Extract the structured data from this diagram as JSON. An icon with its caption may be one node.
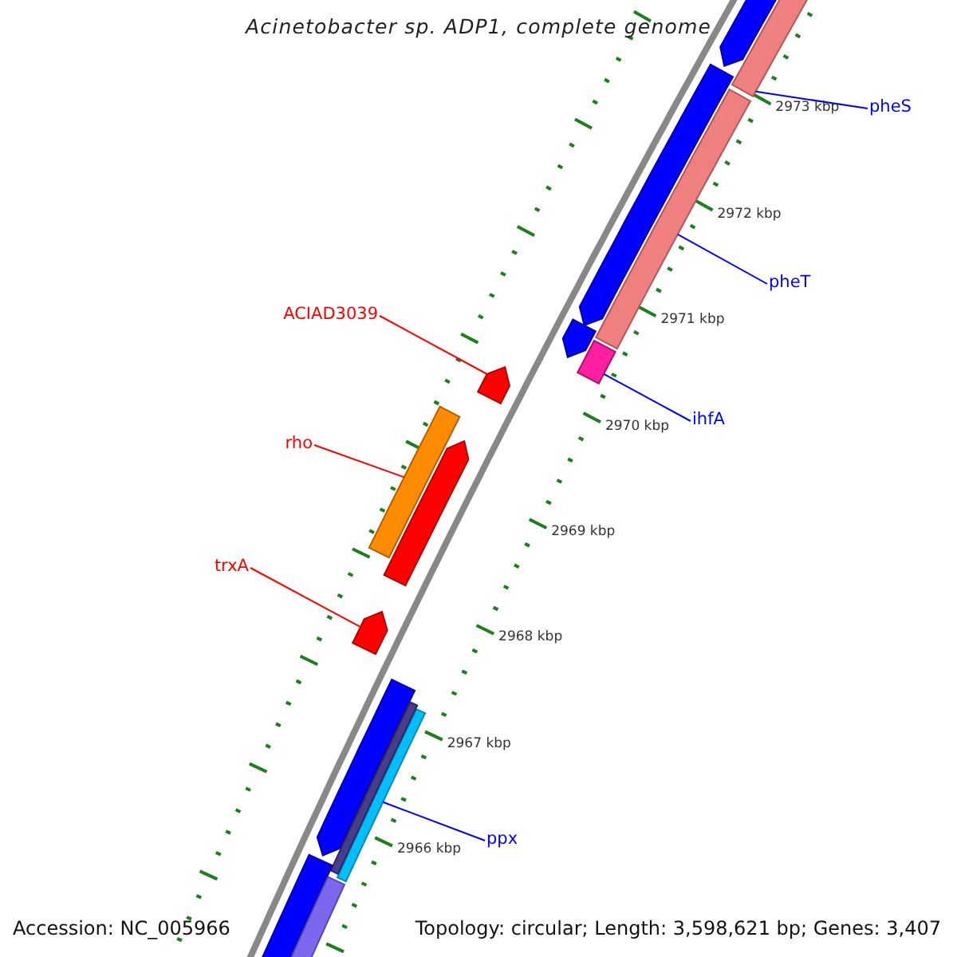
{
  "diagram": {
    "title": "Acinetobacter sp. ADP1, complete genome",
    "nodes": [
      {
        "text": [
          "pheS"
        ]
      },
      {
        "text": [
          "pheT"
        ]
      },
      {
        "text": [
          "ACIAD3039"
        ]
      },
      {
        "text": [
          "ihfA"
        ]
      },
      {
        "text": [
          "rho"
        ]
      },
      {
        "text": [
          "trxA"
        ]
      },
      {
        "text": [
          "ppx"
        ]
      },
      {
        "text": [],
        "shape": "bar"
      },
      {
        "text": [],
        "shape": "bar"
      },
      {
        "text": [],
        "shape": "bar"
      },
      {
        "text": [],
        "shape": "arrow"
      },
      {
        "text": [],
        "shape": "bar"
      },
      {
        "text": [],
        "shape": "arrow"
      },
      {
        "text": [],
        "shape": "bar"
      },
      {
        "text": [],
        "shape": "arrow"
      },
      {
        "text": [],
        "shape": "arrow"
      },
      {
        "text": [],
        "shape": "arrow"
      },
      {
        "text": [],
        "shape": "arrow"
      },
      {
        "text": [],
        "shape": "arrow"
      },
      {
        "text": [],
        "shape": "bar"
      },
      {
        "text": [],
        "shape": "bar"
      },
      {
        "text": [],
        "shape": "bar"
      }
    ],
    "edges": [
      {
        "from": 0,
        "to": 7,
        "arrow": "none"
      },
      {
        "from": 1,
        "to": 8,
        "arrow": "none"
      },
      {
        "from": 2,
        "to": 10,
        "arrow": "none",
        "color": "#ff0000"
      },
      {
        "from": 3,
        "to": 9,
        "arrow": "none"
      },
      {
        "from": 4,
        "to": 11,
        "arrow": "none",
        "color": "#ff0000"
      },
      {
        "from": 5,
        "to": 12,
        "arrow": "none",
        "color": "#ff0000"
      },
      {
        "from": 6,
        "to": 13,
        "arrow": "none"
      }
    ],
    "labels": [
      "2973 kbp",
      "2972 kbp",
      "2971 kbp",
      "2970 kbp",
      "2969 kbp",
      "2968 kbp",
      "2967 kbp",
      "2966 kbp",
      "Accession: NC_005966",
      "Topology: circular; Length: 3,598,621 bp; Genes: 3,407"
    ]
  }
}
